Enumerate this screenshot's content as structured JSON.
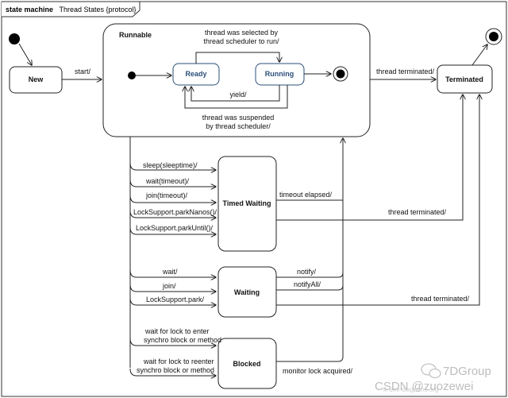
{
  "frame": {
    "keyword": "state machine",
    "name": "Thread States {protocol}"
  },
  "states": {
    "new": "New",
    "runnable": "Runnable",
    "ready": "Ready",
    "running": "Running",
    "terminated": "Terminated",
    "timed_waiting": "Timed Waiting",
    "waiting": "Waiting",
    "blocked": "Blocked"
  },
  "transitions": {
    "start": "start/",
    "selected_line1": "thread was selected by",
    "selected_line2": "thread scheduler to run/",
    "yield": "yield/",
    "suspended_line1": "thread was suspended",
    "suspended_line2": "by thread scheduler/",
    "thread_terminated_runnable": "thread terminated/",
    "sleep": "sleep(sleeptime)/",
    "wait_timeout": "wait(timeout)/",
    "join_timeout": "join(timeout)/",
    "park_nanos": "LockSupport.parkNanos()/",
    "park_until": "LockSupport.parkUntil()/",
    "timeout_elapsed": "timeout elapsed/",
    "thread_terminated_timed": "thread terminated/",
    "wait": "wait/",
    "join": "join/",
    "park": "LockSupport.park/",
    "notify": "notify/",
    "notify_all": "notifyAll/",
    "thread_terminated_waiting": "thread terminated/",
    "enter_lock_line1": "wait for lock to enter",
    "enter_lock_line2": "synchro block or method",
    "reenter_lock_line1": "wait for lock to reenter",
    "reenter_lock_line2": "synchro block or method",
    "monitor_lock": "monitor lock acquired/"
  },
  "watermarks": {
    "csdn": "CSDN @zuozewei",
    "group": "7DGroup",
    "tool": "© uml-diagrams.org"
  }
}
